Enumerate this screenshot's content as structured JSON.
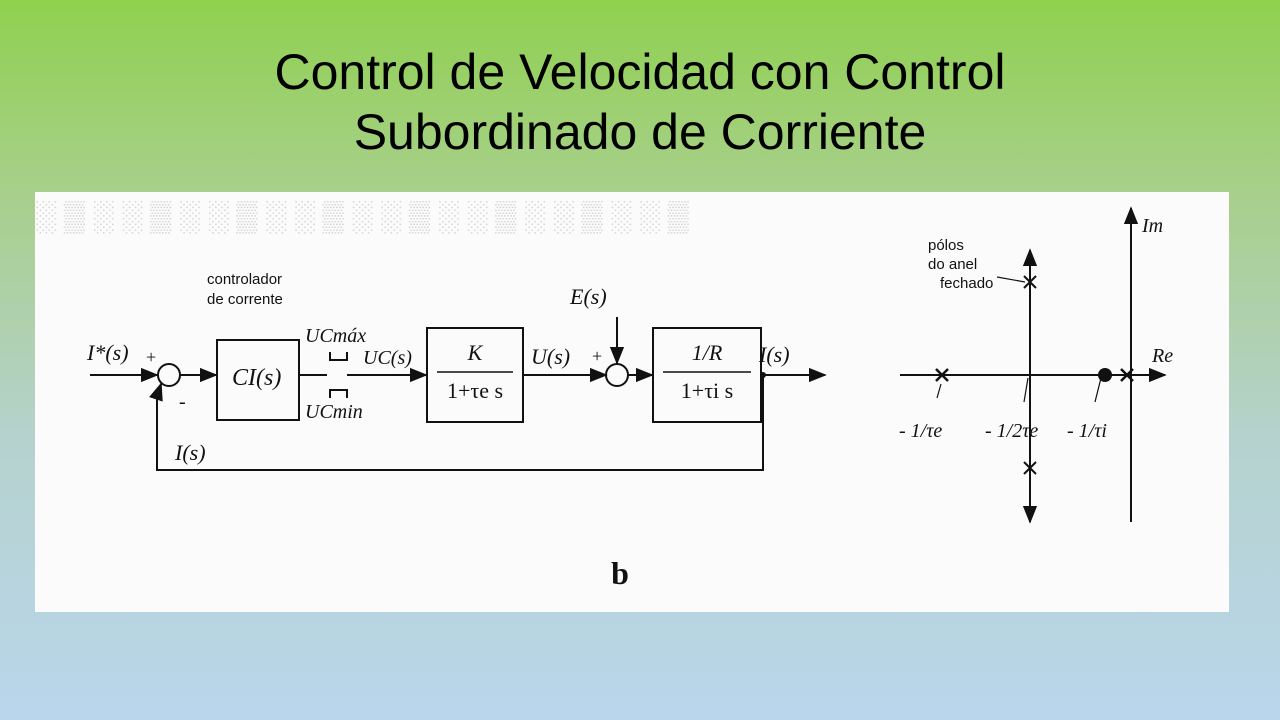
{
  "slide": {
    "title_line1": "Control de Velocidad con Control",
    "title_line2": "Subordinado de Corriente"
  },
  "figure": {
    "caption": "b",
    "block_diagram": {
      "controller_label_line1": "controlador",
      "controller_label_line2": "de corrente",
      "input_signal": "I*(s)",
      "input_sign": "+",
      "feedback_sign": "-",
      "controller_block": "CI(s)",
      "limit_max": "UCmáx",
      "limit_min": "UCmin",
      "control_signal": "UC(s)",
      "converter_block_num": "K",
      "converter_block_den": "1+τe s",
      "output_voltage": "U(s)",
      "disturbance": "E(s)",
      "disturbance_sign": "+",
      "plant_block_num": "1/R",
      "plant_block_den": "1+τi s",
      "output_signal": "I(s)",
      "feedback_signal": "I(s)"
    },
    "pole_map": {
      "imag_axis_label": "Im",
      "real_axis_label": "Re",
      "closed_loop_poles_label": [
        "pólos",
        "do anel",
        "fechado"
      ],
      "pole_labels": [
        "- 1/τe",
        "- 1/2τe",
        "- 1/τi"
      ]
    }
  },
  "colors": {
    "gradient_top": "#8fd14f",
    "gradient_bottom": "#b9d6ec",
    "scan_background": "#fbfbfb",
    "ink": "#111111"
  }
}
